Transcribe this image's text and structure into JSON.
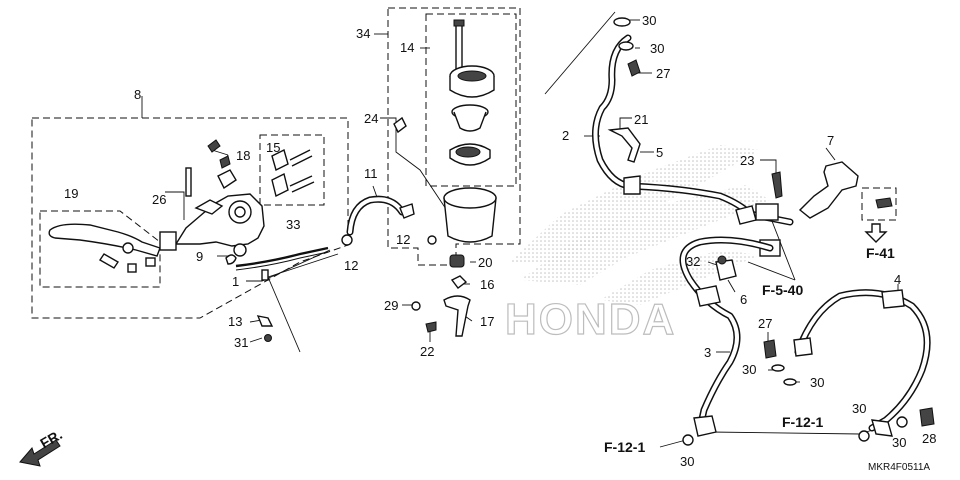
{
  "diagram": {
    "callouts": {
      "c1": "1",
      "c2": "2",
      "c3": "3",
      "c4": "4",
      "c5": "5",
      "c6": "6",
      "c7": "7",
      "c8": "8",
      "c9": "9",
      "c11": "11",
      "c12a": "12",
      "c12b": "12",
      "c13": "13",
      "c14": "14",
      "c15": "15",
      "c16": "16",
      "c17": "17",
      "c18": "18",
      "c19": "19",
      "c20": "20",
      "c21": "21",
      "c22": "22",
      "c23": "23",
      "c24": "24",
      "c26": "26",
      "c27a": "27",
      "c27b": "27",
      "c28": "28",
      "c29": "29",
      "c30a": "30",
      "c30b": "30",
      "c30c": "30",
      "c30d": "30",
      "c30e": "30",
      "c30f": "30",
      "c30g": "30",
      "c31": "31",
      "c32": "32",
      "c33": "33",
      "c34": "34"
    },
    "refs": {
      "f41": "F-41",
      "f540": "F-5-40",
      "f121a": "F-12-1",
      "f121b": "F-12-1"
    },
    "front_label": "FR.",
    "watermark": "HONDA",
    "diagram_code": "MKR4F0511A"
  }
}
